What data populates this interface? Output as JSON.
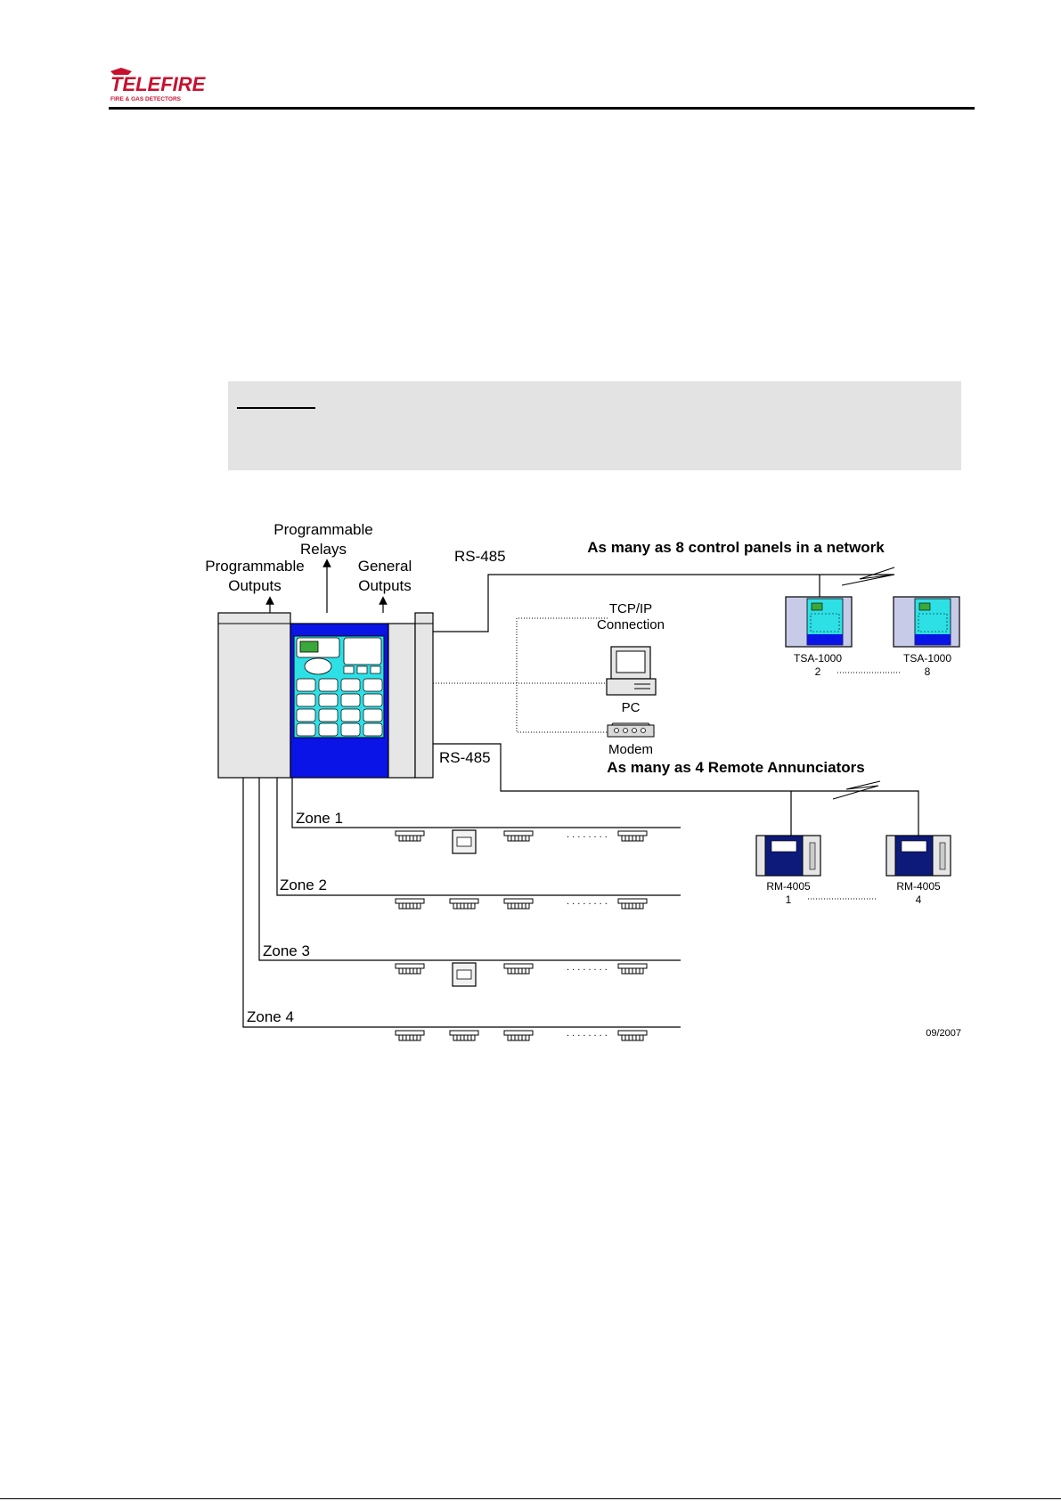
{
  "header": {
    "logo_text": "TELEFIRE",
    "logo_subtitle": "FIRE & GAS DETECTORS"
  },
  "diagram": {
    "labels": {
      "prog_relays_line1": "Programmable",
      "prog_relays_line2": "Relays",
      "prog_outputs_line1": "Programmable",
      "prog_outputs_line2": "Outputs",
      "general_outputs_line1": "General",
      "general_outputs_line2": "Outputs",
      "rs485_top": "RS-485",
      "rs485_bottom": "RS-485",
      "network_title": "As many as 8 control panels in a network",
      "tcpip_line1": "TCP/IP",
      "tcpip_line2": "Connection",
      "pc": "PC",
      "modem": "Modem",
      "annunciators_title": "As many as 4 Remote Annunciators",
      "tsa_a_name": "TSA-1000",
      "tsa_a_num": "2",
      "tsa_b_name": "TSA-1000",
      "tsa_b_num": "8",
      "rm_a_name": "RM-4005",
      "rm_a_num": "1",
      "rm_b_name": "RM-4005",
      "rm_b_num": "4",
      "zone1": "Zone 1",
      "zone2": "Zone 2",
      "zone3": "Zone 3",
      "zone4": "Zone 4",
      "dots": ". . . . . . . .",
      "date": "09/2007"
    },
    "colors": {
      "panel_gray": "#e6e6e6",
      "panel_blue": "#0a14e6",
      "panel_cyan": "#2de0e6",
      "lcd_green": "#3aa83a",
      "annunciator_navy": "#0d1a7a",
      "note_background": "#e3e3e3"
    }
  }
}
